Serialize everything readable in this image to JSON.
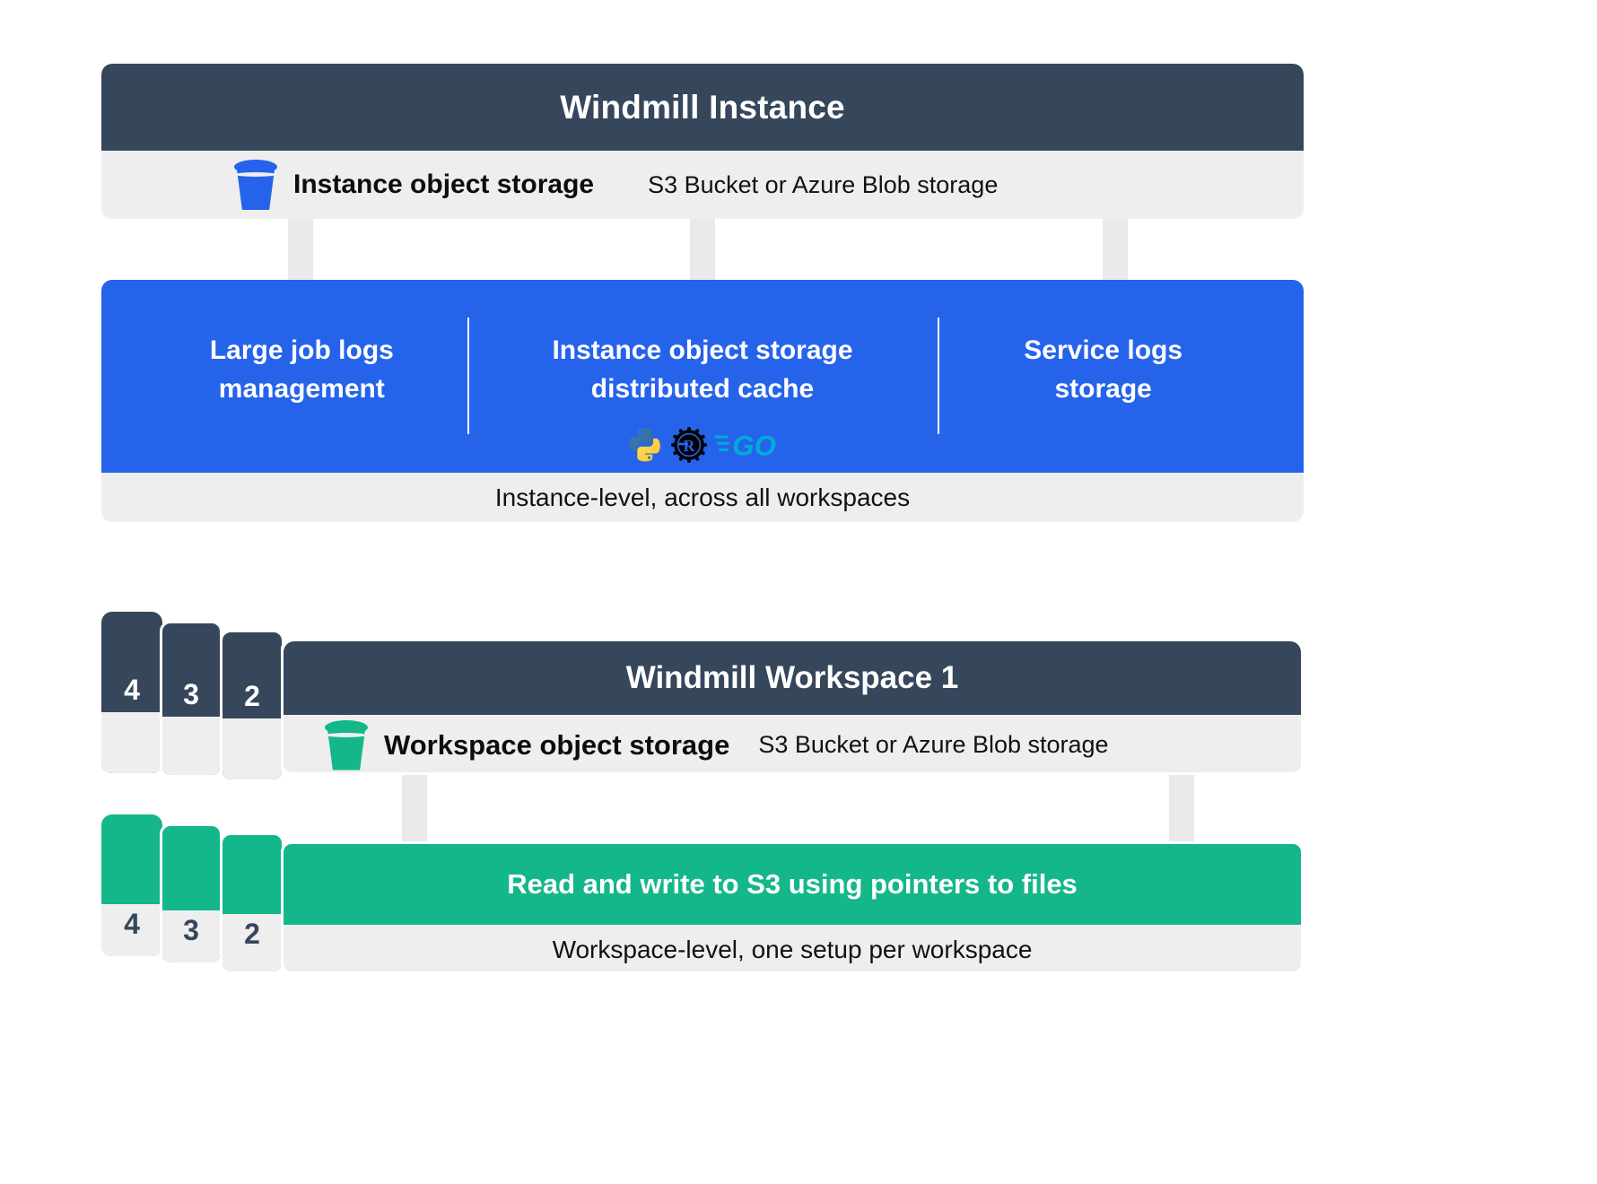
{
  "instance": {
    "title": "Windmill Instance",
    "storage_icon": "bucket-icon",
    "storage_label": "Instance object storage",
    "storage_sub": "S3 Bucket or Azure Blob storage",
    "accent": "#36465b",
    "strip_bg": "#eeeeee"
  },
  "features": {
    "band_color": "#2563eb",
    "columns": [
      {
        "title": "Large job logs\nmanagement"
      },
      {
        "title": "Instance object storage\ndistributed cache"
      },
      {
        "title": "Service logs\nstorage"
      }
    ],
    "language_icons": [
      "python-icon",
      "rust-icon",
      "go-icon"
    ],
    "footnote": "Instance-level, across all workspaces"
  },
  "workspace": {
    "stack_numbers": [
      "4",
      "3",
      "2"
    ],
    "title": "Windmill Workspace 1",
    "storage_icon": "bucket-icon",
    "storage_label": "Workspace object storage",
    "storage_sub": "S3 Bucket or Azure Blob storage",
    "accent": "#36465b"
  },
  "green": {
    "band_color": "#14b789",
    "stack_numbers": [
      "4",
      "3",
      "2"
    ],
    "title": "Read and write to S3 using pointers to files",
    "footnote": "Workspace-level, one setup per workspace"
  },
  "connectors": {
    "color": "#eaeaea",
    "count_top": 3,
    "count_bottom": 2
  }
}
